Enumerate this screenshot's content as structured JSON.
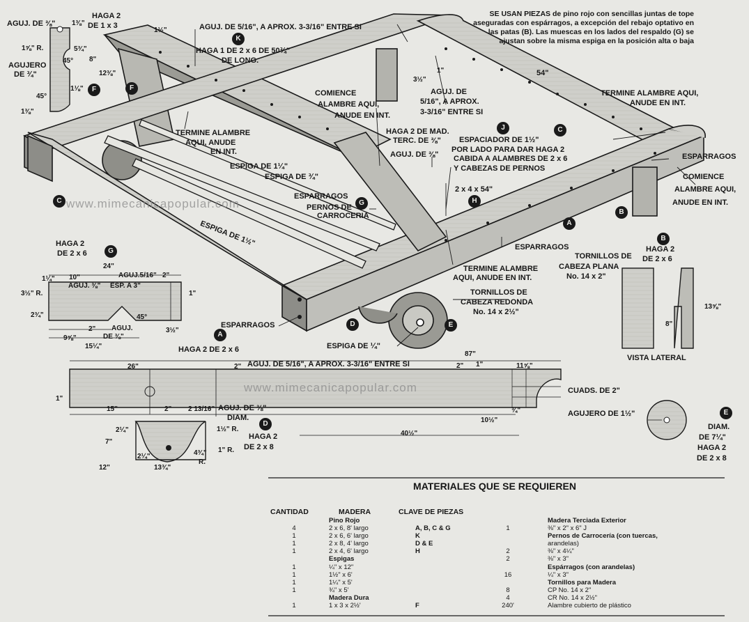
{
  "watermark": "www.mimecanicapopular.com",
  "note_top": "SE USAN PIEZAS de pino rojo con sencillas juntas de tope aseguradas con espárragos, a excepción del rebajo optativo en las patas (B). Las muescas en los lados del respaldo (G) se ajustan sobre la misma espiga en la posición alta o baja",
  "piece_labels": {
    "A": "A",
    "B": "B",
    "C": "C",
    "D": "D",
    "E": "E",
    "F": "F",
    "G": "G",
    "H": "H",
    "J": "J",
    "K": "K"
  },
  "detail_F": {
    "title": "AGUJ. DE ⅜\"",
    "haga": "HAGA 2",
    "de": "DE 1 x 3",
    "d1": "1⅜\"",
    "d2": "1⅝\" R.",
    "d3": "5¾\"",
    "d4": "8\"",
    "d5": "12⅜\"",
    "d6": "1⅛\"",
    "d7": "1⅜\"",
    "angle1": "45°",
    "angle2": "45°",
    "hole_a": "AGUJERO",
    "hole_b": "DE ¾\""
  },
  "main": {
    "top_1_5": "1½\"",
    "aguj_k_1": "AGUJ. DE 5/16\", A APROX. 3-3/16\" ENTRE SI",
    "haga_k_1": "HAGA 1 DE 2 x 6 DE 50¾\"",
    "haga_k_2": "DE LONG.",
    "aguj_side_1": "AGUJ. DE",
    "aguj_side_2": "5/16\", A APROX.",
    "aguj_side_3": "3-3/16\" ENTRE SI",
    "dim_3_5": "3½\"",
    "dim_1": "1\"",
    "dim_54": "54\"",
    "termine_1": "TERMINE ALAMBRE AQUI,",
    "termine_2": "ANUDE EN INT.",
    "comience_1": "COMIENCE",
    "comience_2": "ALAMBRE AQUI,",
    "comience_3": "ANUDE EN INT.",
    "termine_b1": "TERMINE ALAMBRE",
    "termine_b2": "AQUI, ANUDE",
    "termine_b3": "EN INT.",
    "haga_2_mad_1": "HAGA 2 DE MAD.",
    "haga_2_mad_2": "TERC. DE ⅜\"",
    "espaciador_1": "ESPACIADOR DE 1½\"",
    "espaciador_2": "POR LADO PARA DAR  HAGA 2",
    "espaciador_3": "CABIDA A ALAMBRES DE 2 x 6",
    "espaciador_4": "Y CABEZAS DE PERNOS",
    "aguj_3_8": "AGUJ. DE ⅜\"",
    "esparragos": "ESPARRAGOS",
    "comience_r1": "COMIENCE",
    "comience_r2": "ALAMBRE AQUI,",
    "comience_r3": "ANUDE EN INT.",
    "espiga_1_25": "ESPIGA DE 1¼\"",
    "espiga_3_4": "ESPIGA DE ¾\"",
    "esparragos_2": "ESPARRAGOS",
    "pernos_1": "PERNOS DE",
    "pernos_2": "CARROCERIA",
    "dim_2x4": "2 x 4 x 54\"",
    "espiga_1_5": "ESPIGA DE 1½\"",
    "esparragos_3": "ESPARRAGOS",
    "termine_c1": "TERMINE ALAMBRE",
    "termine_c2": "AQUI, ANUDE EN INT.",
    "tornillos_rd_1": "TORNILLOS DE",
    "tornillos_rd_2": "CABEZA REDONDA",
    "tornillos_rd_3": "No. 14 x 2½\"",
    "tornillos_pl_1": "TORNILLOS DE",
    "tornillos_pl_2": "CABEZA PLANA",
    "tornillos_pl_3": "No. 14 x 2\"",
    "esparragos_4": "ESPARRAGOS",
    "espiga_1_4": "ESPIGA DE ¼\""
  },
  "detail_B": {
    "haga": "HAGA 2",
    "de": "DE 2 x 6",
    "d1": "13⅝\"",
    "d2": "8\"",
    "caption": "VISTA LATERAL"
  },
  "detail_G": {
    "haga": "HAGA 2",
    "de": "DE 2 x 6",
    "d24": "24\"",
    "d10": "10\"",
    "aguj516": "AGUJ.5/16\"",
    "d2": "2\"",
    "d114": "1¼\"",
    "aguj38": "AGUJ. ⅜\"",
    "esp": "ESP. A 3\"",
    "d312r": "3½\" R.",
    "d1": "1\"",
    "d234": "2¾\"",
    "d2b": "2\"",
    "aguj_b1": "AGUJ.",
    "aguj_b2": "DE ⅜\"",
    "ang": "45°",
    "d312": "3½\"",
    "d958": "9⅝\"",
    "d1514": "15¼\""
  },
  "detail_A": {
    "haga": "HAGA 2  DE 2 x 6",
    "d87": "87\"",
    "d26": "26\"",
    "d2": "2\"",
    "aguj": "AGUJ. DE 5/16\", A APROX. 3-3/16\" ENTRE SI",
    "d2b": "2\"",
    "d1": "1\"",
    "d1158": "11⅝\"",
    "d1l": "1\"",
    "cuads": "CUADS. DE 2\"",
    "d15": "15\"",
    "d2c": "2\"",
    "d21316": "2 13/16\"",
    "aguj38_1": "AGUJ. DE ⅜\"",
    "aguj38_2": "DIAM.",
    "d34": "¾\"",
    "d1012": "10½\"",
    "d4012": "40½\""
  },
  "detail_D": {
    "d214": "2¼\"",
    "d112r": "1½\" R.",
    "haga": "HAGA 2",
    "de": "DE 2 x 8",
    "d7": "7\"",
    "d1r": "1\" R.",
    "d214b": "2¼\"",
    "d434": "4¾\"",
    "r": "R.",
    "d12": "12\"",
    "d1334": "13¾\""
  },
  "detail_E": {
    "agujero": "AGUJERO DE 1½\"",
    "diam1": "DIAM.",
    "diam2": "DE 7¼\"",
    "haga": "HAGA 2",
    "de": "DE 2 x 8"
  },
  "materials": {
    "title": "MATERIALES QUE SE REQUIEREN",
    "headers": {
      "cantidad": "CANTIDAD",
      "madera": "MADERA",
      "clave": "CLAVE DE PIEZAS"
    },
    "left_qty": [
      "",
      "4",
      "1",
      "1",
      "1",
      "",
      "1",
      "1",
      "1",
      "1",
      "",
      "1"
    ],
    "left_madera": [
      "Pino Rojo",
      "2 x 6, 8' largo",
      "2 x 6, 6' largo",
      "2 x 8, 4' largo",
      "2 x 4, 6' largo",
      "Espigas",
      "¼\" x 12\"",
      "1½\" x 6'",
      "1¼\" x 5'",
      "¾\" x 5'",
      "Madera Dura",
      "1 x 3 x 2½'"
    ],
    "left_clave": [
      "",
      "A, B, C & G",
      "K",
      "D & E",
      "H",
      "",
      "",
      "",
      "",
      "",
      "",
      "F"
    ],
    "right_qty": [
      "",
      "1",
      "",
      "",
      "2",
      "2",
      "",
      "16",
      "",
      "8",
      "4",
      "240'"
    ],
    "right_desc": [
      "Madera Terciada Exterior",
      "⅜\" x 2\" x 6\"      J",
      "Pernos de Carrocería (con tuercas,",
      "arandelas)",
      "⅜\" x 4¼\"",
      "⅜\" x 3\"",
      "Espárragos (con arandelas)",
      "¼\" x 3\"",
      "Tornillos para Madera",
      "CP No. 14 x 2\"",
      "CR No. 14 x 2½\"",
      "Alambre cubierto de plástico"
    ]
  }
}
